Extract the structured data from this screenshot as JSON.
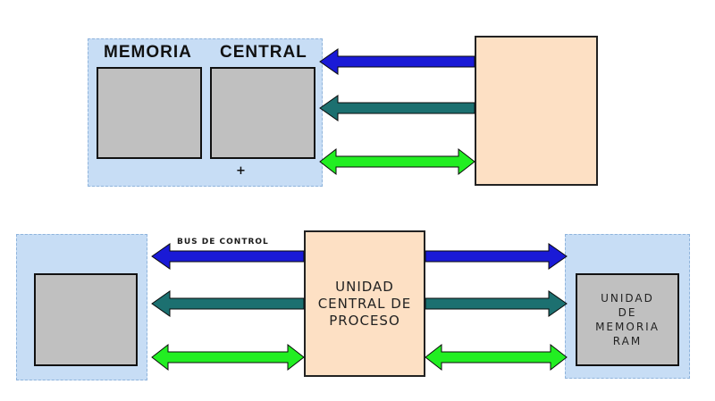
{
  "top": {
    "memory_label_left": "MEMORIA",
    "memory_label_right": "CENTRAL",
    "plus_mark": "+"
  },
  "bottom": {
    "bus_label": "BUS DE CONTROL",
    "cpu_label": "UNIDAD\nCENTRAL DE\nPROCESO",
    "ram_label": "UNIDAD\nDE\nMEMORIA\nRAM"
  },
  "colors": {
    "bus_control": "#1a1ad6",
    "bus_address": "#1c7070",
    "bus_data": "#22ee22",
    "panel": "#c7ddf5",
    "peach": "#fde0c4",
    "gray": "#c0c0c0"
  }
}
